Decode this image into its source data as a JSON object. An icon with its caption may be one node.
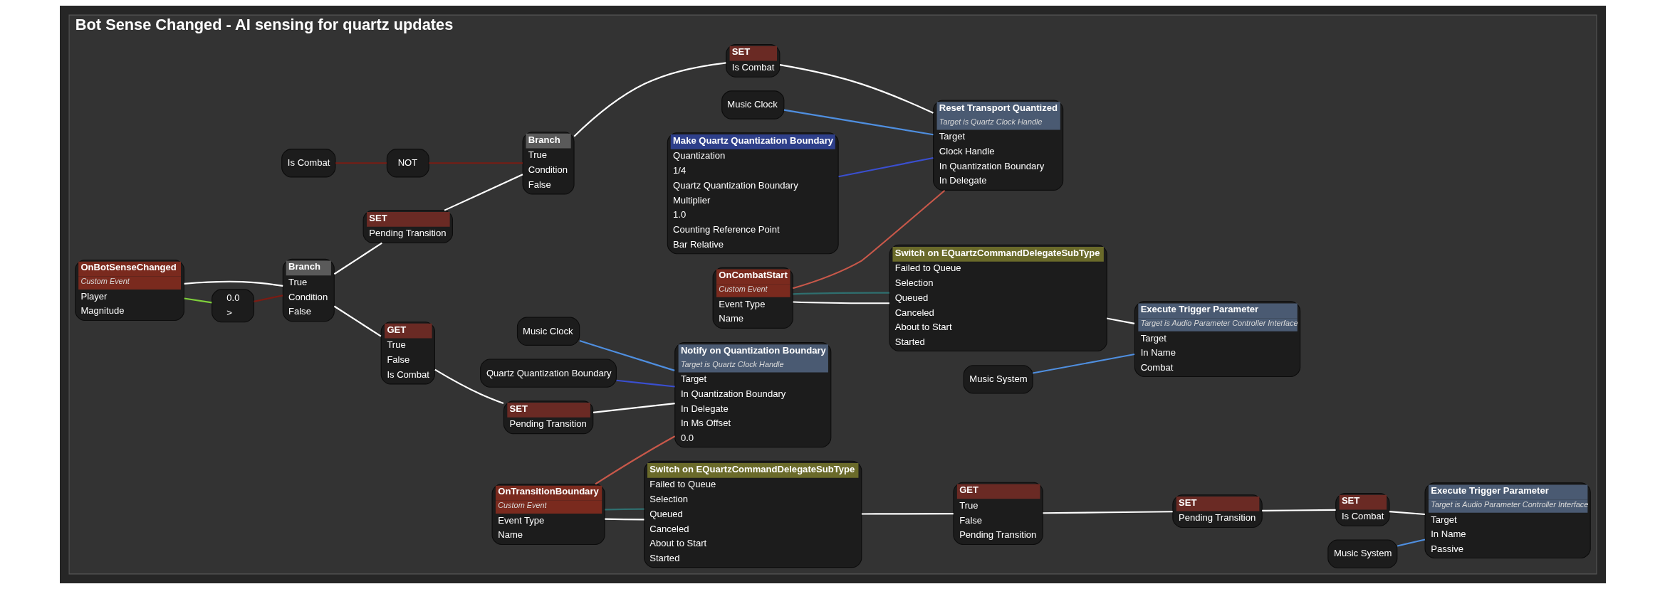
{
  "diagram": {
    "nodes": [
      {
        "text": [
          "Bot Sense Changed - AI sensing for quartz updates"
        ]
      },
      {
        "text": [
          "OnBotSenseChanged",
          "Custom Event",
          "Player",
          "Magnitude"
        ],
        "in": 0
      },
      {
        "text": [
          "0.0",
          ">"
        ],
        "in": 0
      },
      {
        "text": [
          "Branch",
          "True",
          "Condition",
          "False"
        ],
        "in": 0
      },
      {
        "text": [
          "SET",
          "Pending Transition"
        ],
        "in": 0
      },
      {
        "text": [
          "Branch",
          "True",
          "Condition",
          "False"
        ],
        "in": 0
      },
      {
        "text": [
          "NOT"
        ],
        "in": 0
      },
      {
        "text": [
          "Is Combat"
        ],
        "in": 0
      },
      {
        "text": [
          "SET",
          "Is Combat"
        ],
        "in": 0
      },
      {
        "text": [
          "GET",
          "True",
          "False",
          "Is Combat"
        ],
        "in": 0
      },
      {
        "text": [
          "SET",
          "Pending Transition"
        ],
        "in": 0
      },
      {
        "text": [
          "Music Clock"
        ],
        "in": 0
      },
      {
        "text": [
          "Notify on Quantization Boundary",
          "Target is Quartz Clock Handle",
          "Target",
          "In Quantization Boundary",
          "In Delegate",
          "In Ms Offset",
          "0.0"
        ],
        "in": 0
      },
      {
        "text": [
          "Quartz Quantization Boundary"
        ],
        "in": 0
      },
      {
        "text": [
          "Music Clock"
        ],
        "in": 0
      },
      {
        "text": [
          "Reset Transport Quantized",
          "Target is Quartz Clock Handle",
          "Target",
          "Clock Handle",
          "In Quantization Boundary",
          "In Delegate"
        ],
        "in": 0
      },
      {
        "text": [
          "Make Quartz Quantization Boundary",
          "Quantization",
          "1/4",
          "Quartz Quantization Boundary",
          "Multiplier",
          "1.0",
          "Counting Reference Point",
          "Bar Relative"
        ],
        "in": 0
      },
      {
        "text": [
          "OnCombatStart",
          "Custom Event",
          "Event Type",
          "Name"
        ],
        "in": 0
      },
      {
        "text": [
          "Switch on EQuartzCommandDelegateSubType",
          "Failed to Queue",
          "Selection",
          "Queued",
          "Canceled",
          "About to Start",
          "Started"
        ],
        "in": 0
      },
      {
        "text": [
          "Music System"
        ],
        "in": 0
      },
      {
        "text": [
          "Execute Trigger Parameter",
          "Target is Audio Parameter Controller Interface",
          "Target",
          "In Name",
          "Combat"
        ],
        "in": 0
      },
      {
        "text": [
          "OnTransitionBoundary",
          "Custom Event",
          "Event Type",
          "Name"
        ],
        "in": 0
      },
      {
        "text": [
          "Switch on EQuartzCommandDelegateSubType",
          "Failed to Queue",
          "Selection",
          "Queued",
          "Canceled",
          "About to Start",
          "Started"
        ],
        "in": 0
      },
      {
        "text": [
          "GET",
          "True",
          "False",
          "Pending Transition"
        ],
        "in": 0
      },
      {
        "text": [
          "SET",
          "Pending Transition"
        ],
        "in": 0
      },
      {
        "text": [
          "SET",
          "Is Combat"
        ],
        "in": 0
      },
      {
        "text": [
          "Execute Trigger Parameter",
          "Target is Audio Parameter Controller Interface",
          "Target",
          "In Name",
          "Passive"
        ],
        "in": 0
      },
      {
        "text": [
          "Music System"
        ],
        "in": 0
      }
    ],
    "edges": [
      {
        "from": 1,
        "to": 3,
        "arrow": "none"
      },
      {
        "from": 1,
        "to": 2,
        "arrow": "none",
        "color": "#7fd13b"
      },
      {
        "from": 2,
        "to": 3,
        "arrow": "none",
        "color": "#7a1c14"
      },
      {
        "from": 3,
        "to": 4,
        "arrow": "none"
      },
      {
        "from": 3,
        "to": 9,
        "arrow": "none"
      },
      {
        "from": 4,
        "to": 5,
        "arrow": "none"
      },
      {
        "from": 7,
        "to": 6,
        "arrow": "none",
        "color": "#7a1c14"
      },
      {
        "from": 6,
        "to": 5,
        "arrow": "none",
        "color": "#7a1c14"
      },
      {
        "from": 5,
        "to": 8,
        "arrow": "none"
      },
      {
        "from": 8,
        "to": 15,
        "arrow": "none"
      },
      {
        "from": 9,
        "to": 10,
        "arrow": "none"
      },
      {
        "from": 10,
        "to": 12,
        "arrow": "none"
      },
      {
        "from": 11,
        "to": 12,
        "arrow": "none",
        "color": "#4f8fe0"
      },
      {
        "from": 13,
        "to": 12,
        "arrow": "none",
        "color": "#3a4fd0"
      },
      {
        "from": 14,
        "to": 15,
        "arrow": "none",
        "color": "#4f8fe0"
      },
      {
        "from": 16,
        "to": 15,
        "arrow": "none",
        "color": "#3a4fd0"
      },
      {
        "from": 17,
        "to": 15,
        "arrow": "none",
        "color": "#c8584a"
      },
      {
        "from": 21,
        "to": 12,
        "arrow": "none",
        "color": "#c8584a"
      },
      {
        "from": 17,
        "to": 18,
        "arrow": "none"
      },
      {
        "from": 17,
        "to": 18,
        "arrow": "none",
        "color": "#2f6f6f"
      },
      {
        "from": 18,
        "to": 20,
        "arrow": "none"
      },
      {
        "from": 19,
        "to": 20,
        "arrow": "none",
        "color": "#4f8fe0"
      },
      {
        "from": 21,
        "to": 22,
        "arrow": "none"
      },
      {
        "from": 21,
        "to": 22,
        "arrow": "none",
        "color": "#2f6f6f"
      },
      {
        "from": 22,
        "to": 23,
        "arrow": "none"
      },
      {
        "from": 23,
        "to": 24,
        "arrow": "none"
      },
      {
        "from": 24,
        "to": 25,
        "arrow": "none"
      },
      {
        "from": 25,
        "to": 26,
        "arrow": "none"
      },
      {
        "from": 27,
        "to": 26,
        "arrow": "none",
        "color": "#4f8fe0"
      }
    ]
  }
}
